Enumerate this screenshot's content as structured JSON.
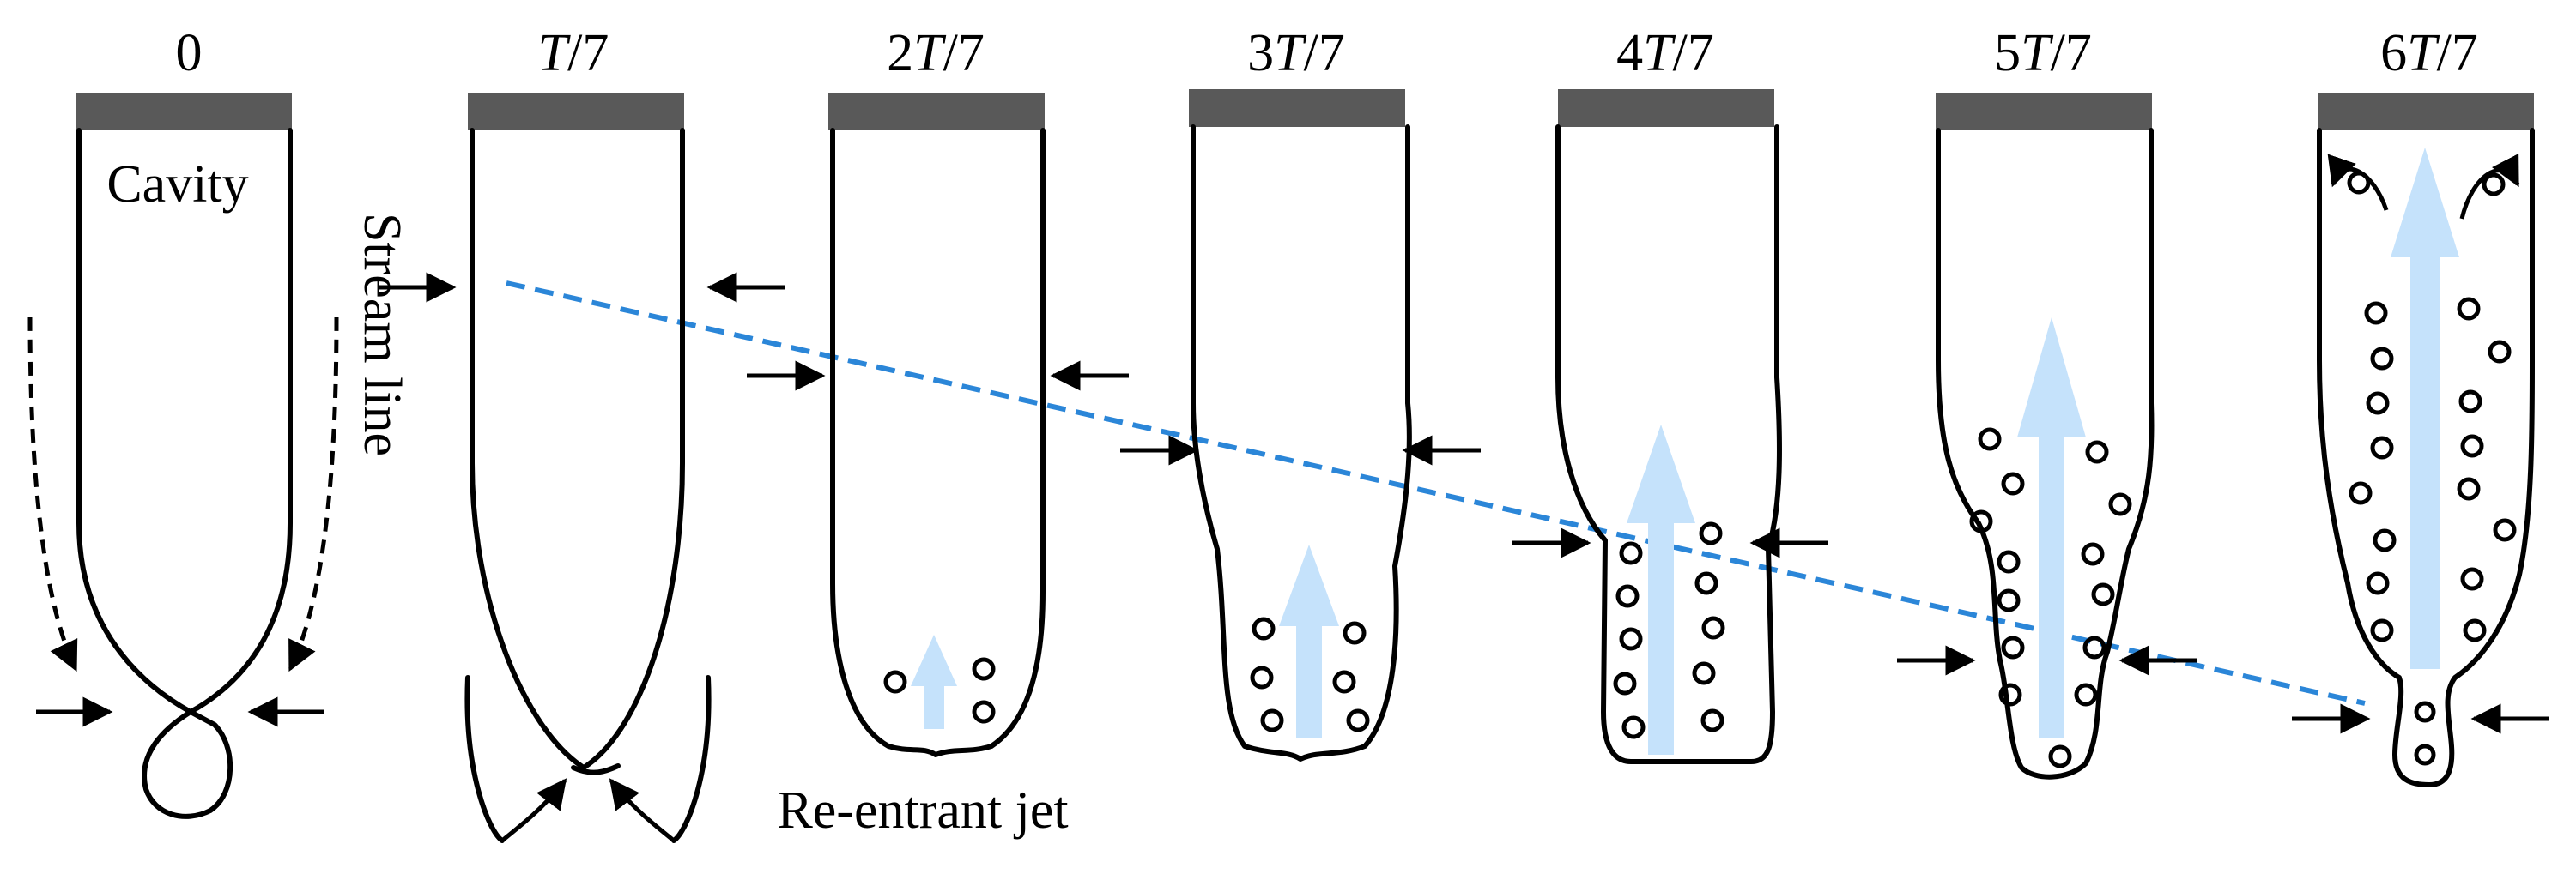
{
  "time_labels": [
    "0",
    "T/7",
    "2T/7",
    "3T/7",
    "4T/7",
    "5T/7",
    "6T/7"
  ],
  "annotations": {
    "cavity": "Cavity",
    "stream_line": "Stream line",
    "reentrant_jet": "Re-entrant jet"
  },
  "colors": {
    "plate": "#595959",
    "jet_arrow": "#c5e2fb",
    "trend_line": "#2b86d8",
    "outline": "#000000"
  }
}
